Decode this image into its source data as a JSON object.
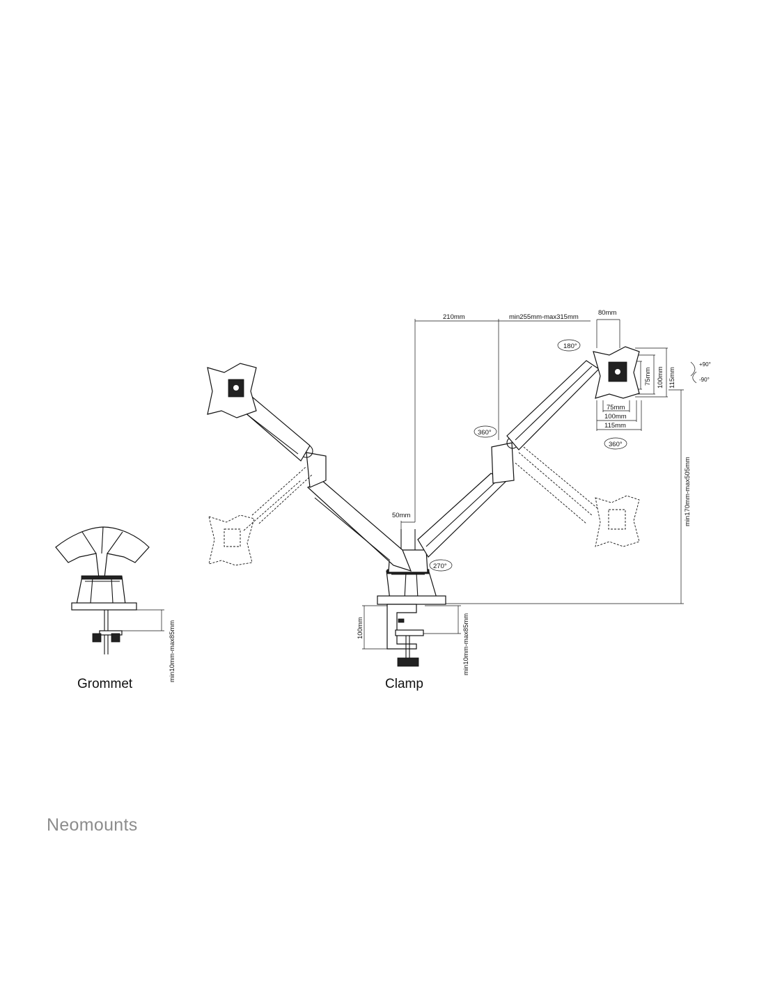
{
  "brand": {
    "name": "Neomounts"
  },
  "labels": {
    "grommet": "Grommet",
    "clamp": "Clamp"
  },
  "dimensions": {
    "arm_offset": "210mm",
    "arm_extension": "min255mm-max315mm",
    "vesa_width": "80mm",
    "vesa_75_h": "75mm",
    "vesa_100_h": "100mm",
    "vesa_115_h": "115mm",
    "vesa_75_w": "75mm",
    "vesa_100_w": "100mm",
    "vesa_115_w": "115mm",
    "pole_width": "50mm",
    "height_range": "min170mm-max505mm",
    "clamp_depth": "100mm",
    "clamp_thickness": "min10mm-max85mm",
    "grommet_thickness": "min10mm-max85mm"
  },
  "rotations": {
    "rot_180": "180°",
    "rot_360_arm": "360°",
    "rot_360_head": "360°",
    "rot_270": "270°",
    "tilt_up": "+90°",
    "tilt_down": "-90°"
  },
  "colors": {
    "line": "#111111",
    "brand": "#8c8c8c",
    "background": "#ffffff"
  }
}
